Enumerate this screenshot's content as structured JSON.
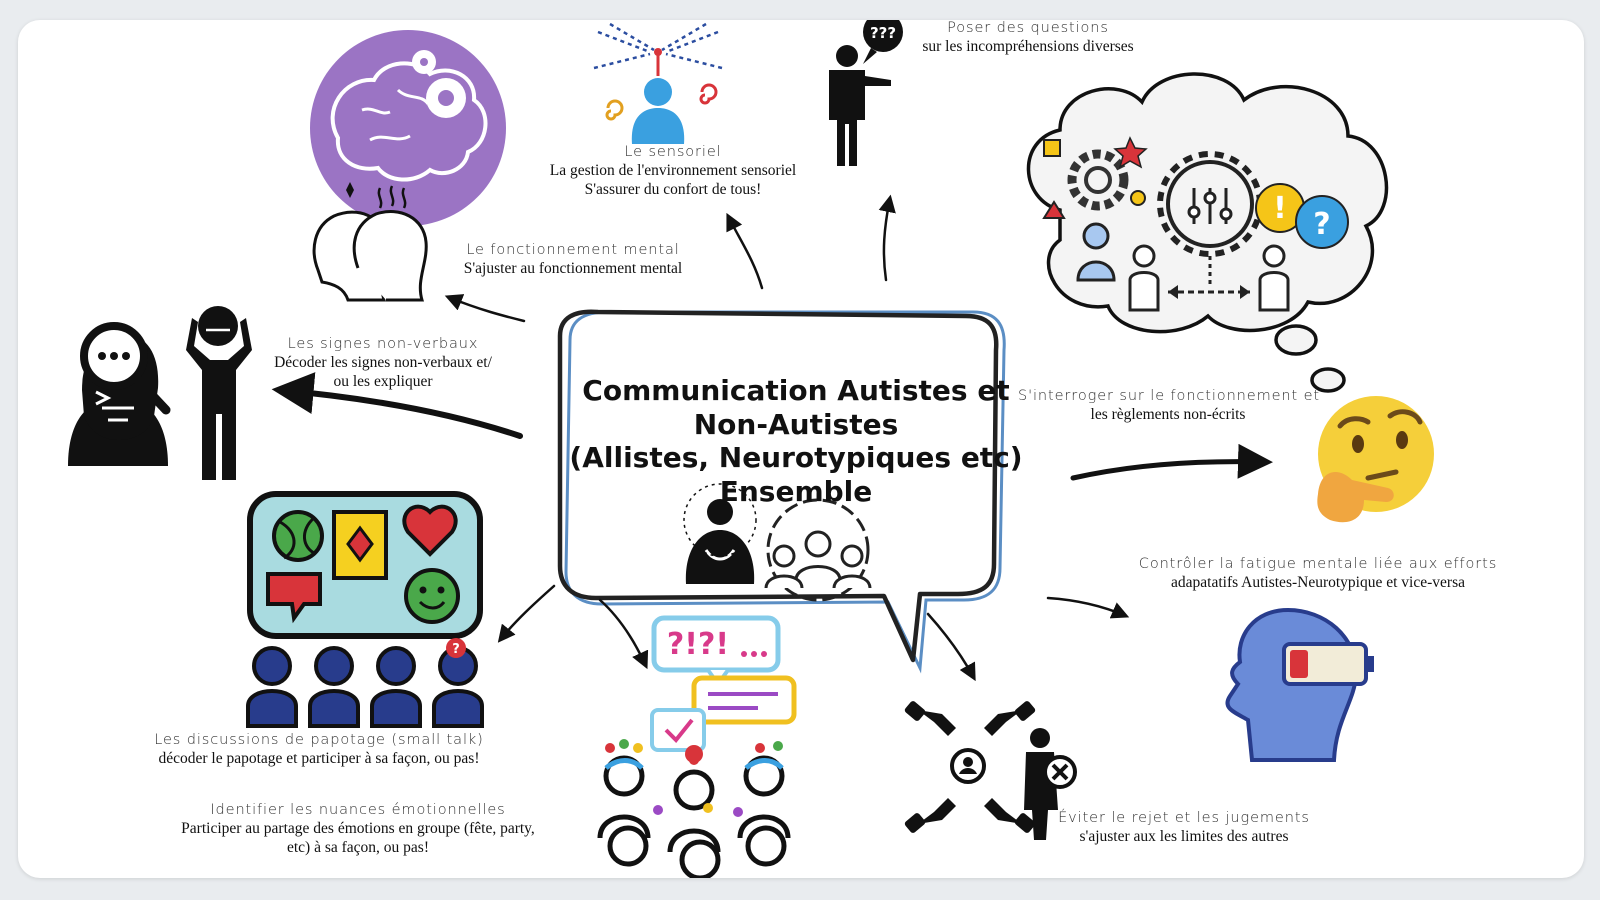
{
  "colors": {
    "background": "#e9ecef",
    "card": "#ffffff",
    "bubble_outer": "#5b8ec4",
    "bubble_inner": "#222222",
    "brain_circle": "#9b74c4",
    "head_blue": "#6a8bd8",
    "heads_navy": "#283c8c",
    "emoji_yellow": "#f5cf3a",
    "accent_red": "#d8343a",
    "accent_blue": "#3aa0e0",
    "accent_yellow": "#f5c518"
  },
  "center": {
    "title_lines": [
      "Communication Autistes et",
      "Non-Autistes",
      "(Allistes, Neurotypiques etc)",
      "Ensemble"
    ],
    "icons": [
      "meditating-person-icon",
      "group-gear-icon"
    ]
  },
  "branches": {
    "sensoriel": {
      "heading": "Le sensoriel",
      "lines": [
        "La gestion de l'environnement sensoriel",
        "S'assurer du confort de tous!"
      ],
      "icon": "sensory-person-icon"
    },
    "questions": {
      "heading": "Poser des questions",
      "lines": [
        "sur les incompréhensions diverses"
      ],
      "icon": "person-question-icon",
      "bubble_text": "???"
    },
    "mental": {
      "heading": "Le fonctionnement mental",
      "lines": [
        "S'ajuster au fonctionnement mental"
      ],
      "icon": "brain-gears-icon"
    },
    "nonverbal": {
      "heading": "Les signes non-verbaux",
      "lines": [
        "Décoder les signes non-verbaux et/",
        "ou les expliquer"
      ],
      "icon": "face-magnifier-icon"
    },
    "rules": {
      "heading": "S'interroger sur le  fonctionnement et",
      "lines": [
        "les règlements non-écrits"
      ],
      "icon": "thinking-cloud-icon"
    },
    "fatigue": {
      "heading": "Contrôler la fatigue mentale liée aux efforts",
      "lines": [
        "adapatatifs  Autistes-Neurotypique et vice-versa"
      ],
      "icon": "low-battery-head-icon"
    },
    "smalltalk": {
      "heading": "Les discussions de papotage (small talk)",
      "lines": [
        "décoder le papotage et  participer à sa façon, ou pas!"
      ],
      "icon": "small-talk-group-icon"
    },
    "emotions": {
      "heading": "Identifier les nuances émotionnelles",
      "lines": [
        "Participer au partage des émotions en groupe (fête, party,",
        "etc)  à sa façon, ou pas!"
      ],
      "icon": "emotions-group-icon",
      "bubble_text": "?!?!"
    },
    "rejection": {
      "heading": "Éviter le rejet et les jugements",
      "lines": [
        "s'ajuster aux  les limites des autres"
      ],
      "icon": "pointing-rejection-icon"
    }
  }
}
